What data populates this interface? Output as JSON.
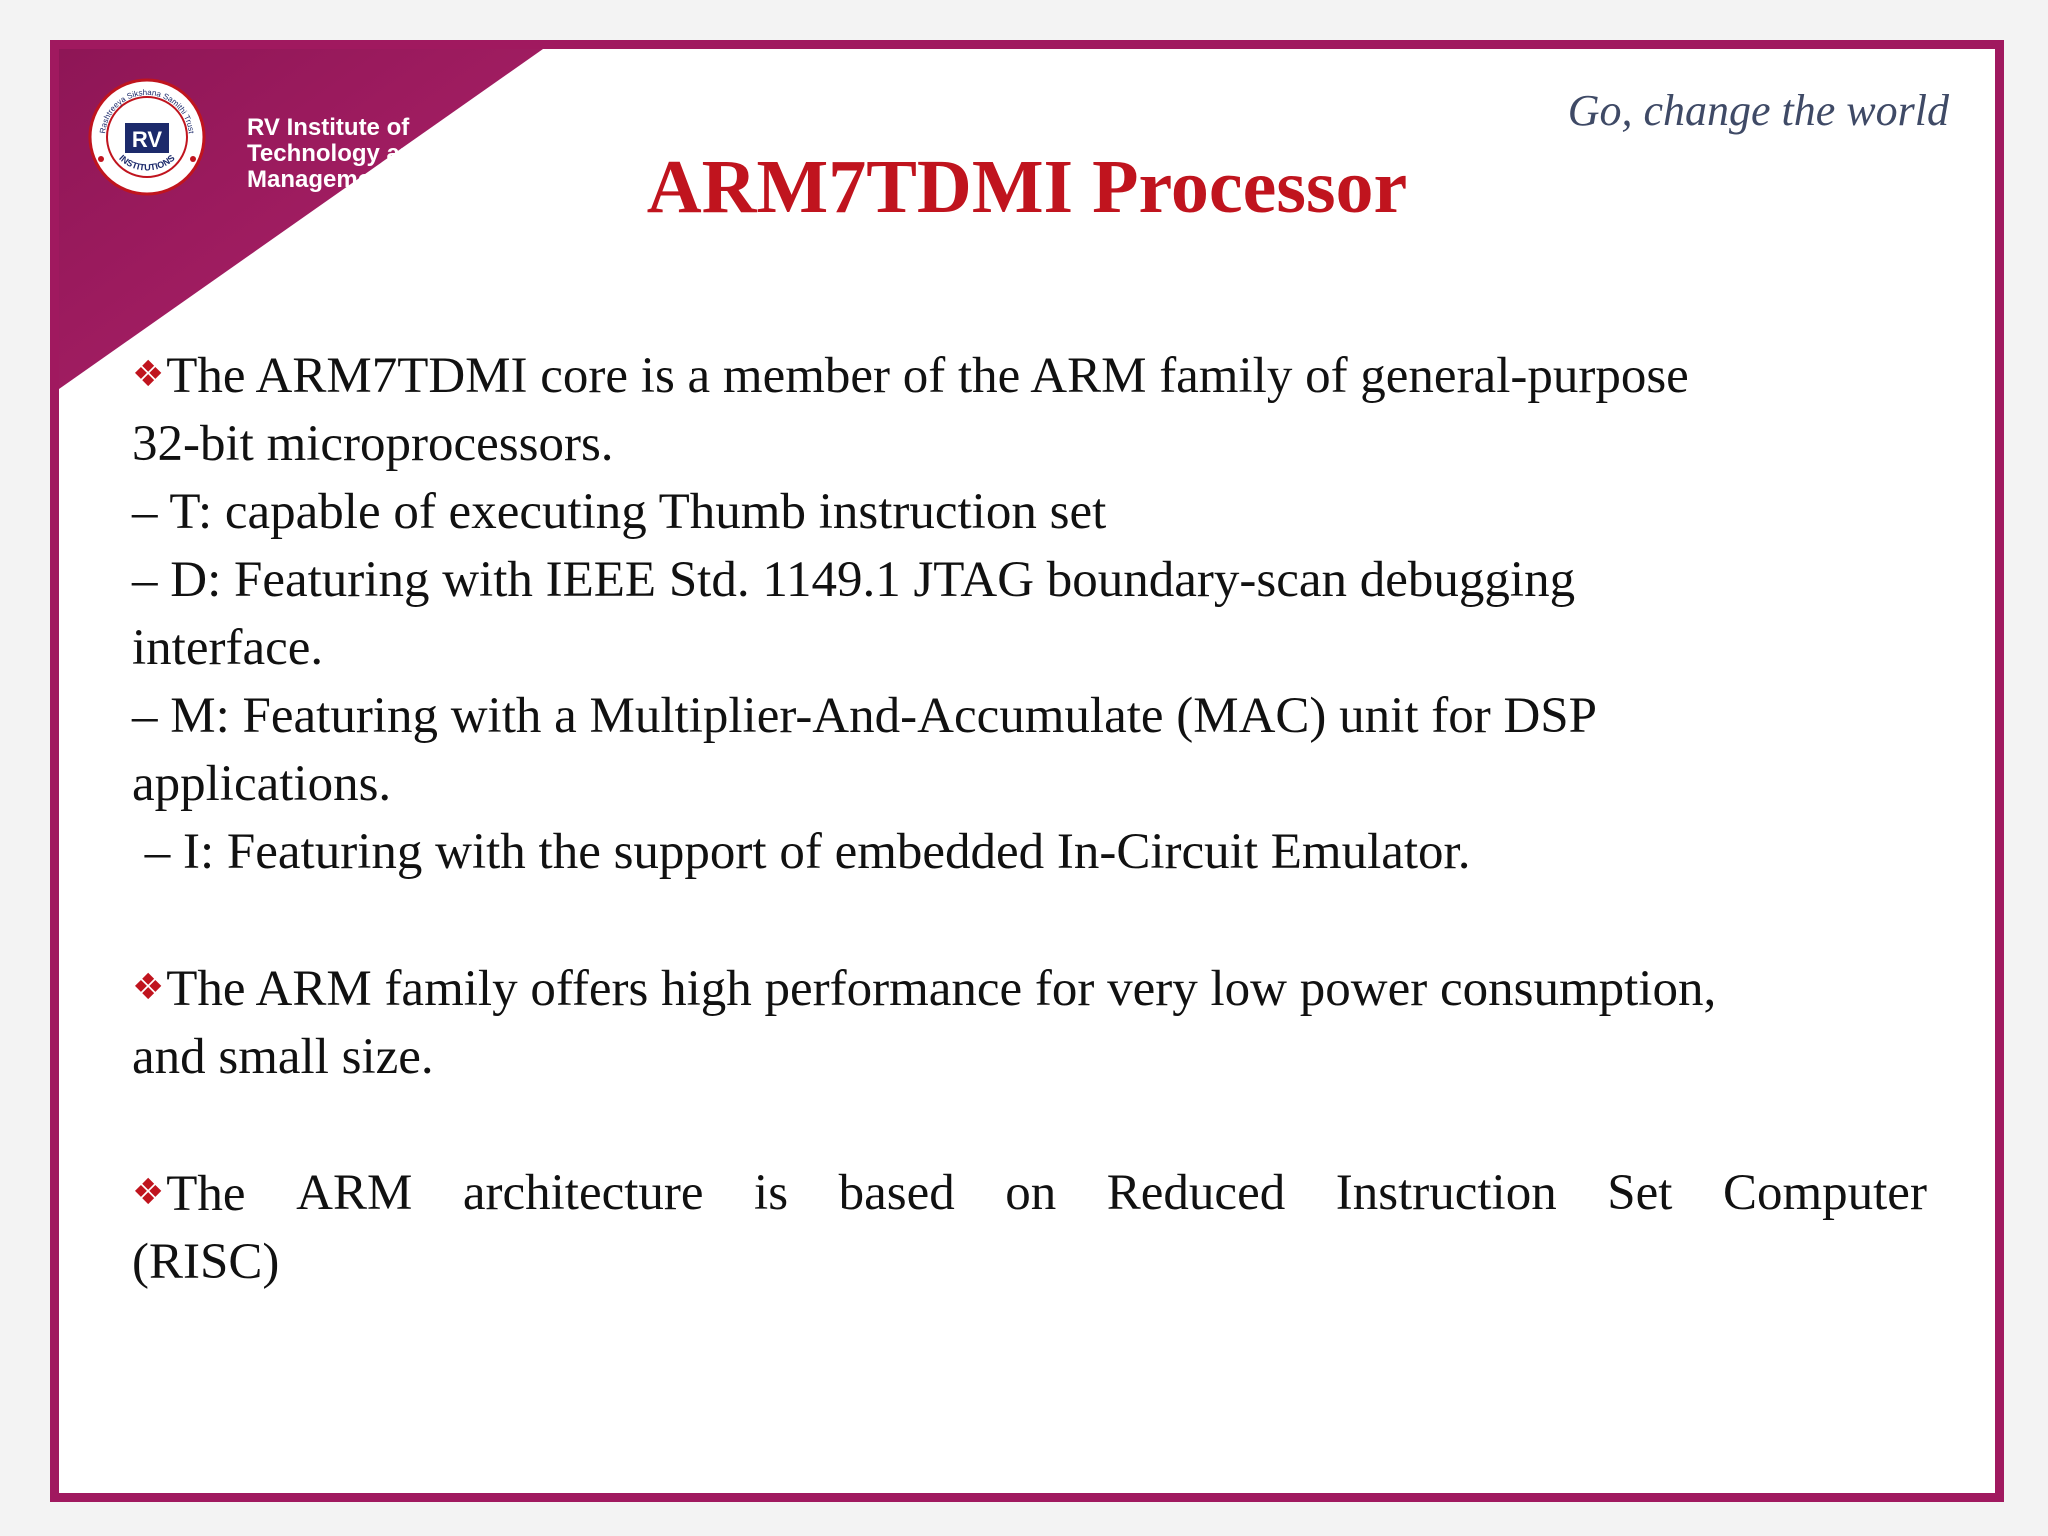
{
  "branding": {
    "institute_lines": [
      "RV Institute of",
      "Technology and",
      "Management®"
    ],
    "seal_letters": "RV",
    "seal_ring_top": "Rashtreeya Sikshana Samithi Trust",
    "seal_ring_bottom": "INSTITUTIONS",
    "tagline": "Go, change the world"
  },
  "slide": {
    "title": "ARM7TDMI Processor",
    "bullet_icon": "diamond-bullet-icon",
    "bullet_glyph": "❖",
    "block1": {
      "line1": "The ARM7TDMI core is a member of the ARM family of general-purpose",
      "line2": "32-bit microprocessors.",
      "line3": "– T: capable of executing Thumb instruction set",
      "line4": "– D: Featuring with IEEE Std. 1149.1 JTAG boundary-scan debugging",
      "line5": "interface.",
      "line6": "– M: Featuring with a Multiplier-And-Accumulate (MAC) unit for DSP",
      "line7": "applications.",
      "line8": " – I: Featuring with the support of embedded In-Circuit Emulator."
    },
    "block2": {
      "line1": "The ARM family offers high performance for very low power consumption,",
      "line2": "and small size."
    },
    "block3": {
      "words": [
        "The",
        "ARM",
        "architecture",
        "is",
        "based",
        "on",
        "Reduced",
        "Instruction",
        "Set",
        "Computer"
      ],
      "line2": "(RISC)"
    }
  },
  "colors": {
    "frame": "#a0195f",
    "title": "#c0141e",
    "tagline": "#3f4a66",
    "body_text": "#111111"
  }
}
